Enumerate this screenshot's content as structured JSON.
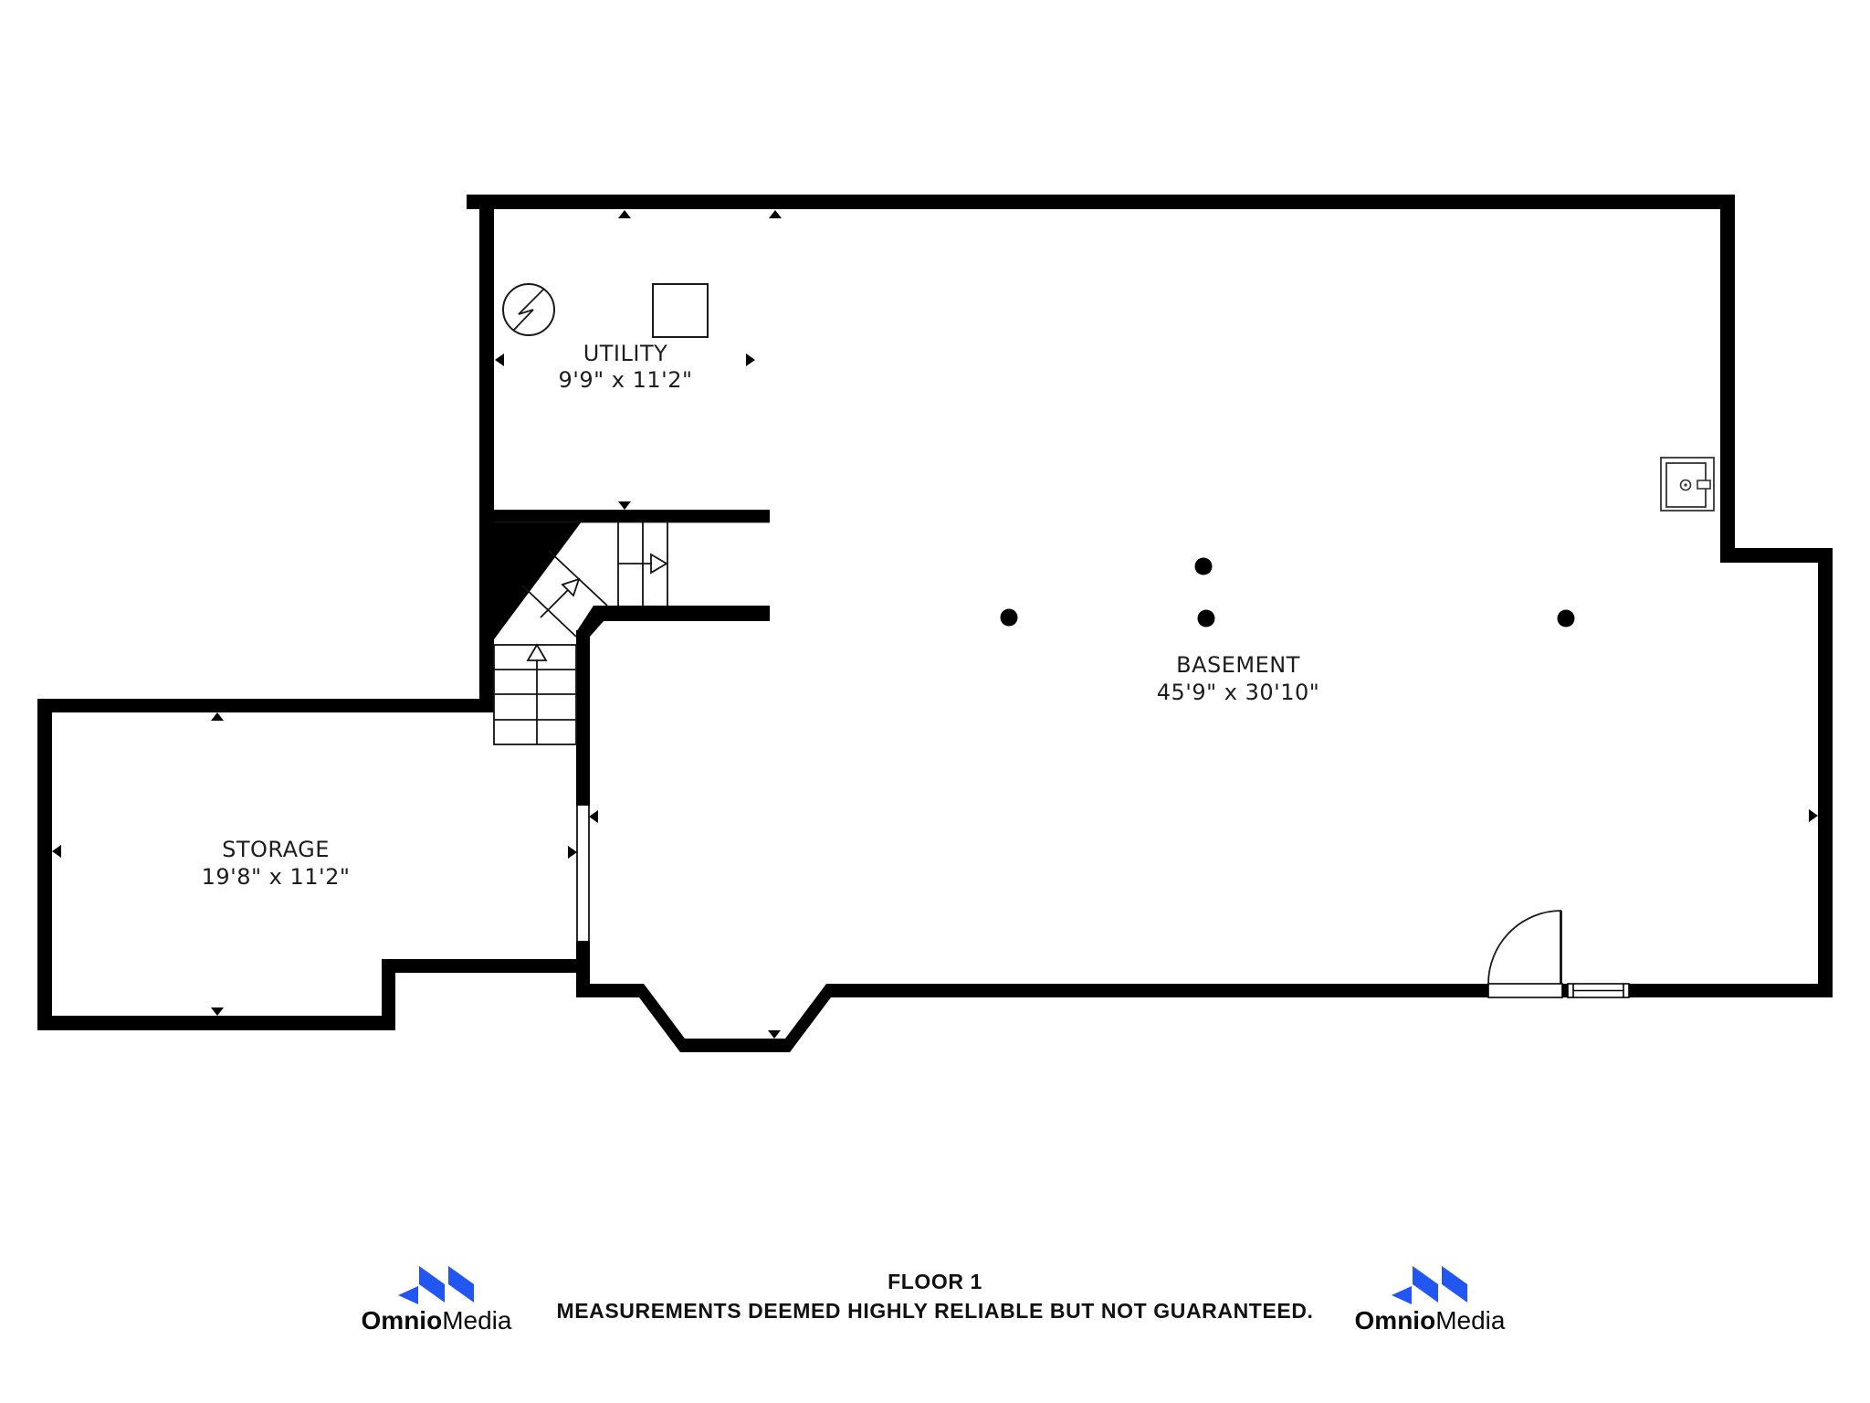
{
  "rooms": {
    "utility": {
      "name": "UTILITY",
      "dims": "9'9\" x 11'2\""
    },
    "basement": {
      "name": "BASEMENT",
      "dims": "45'9\" x 30'10\""
    },
    "storage": {
      "name": "STORAGE",
      "dims": "19'8\" x 11'2\""
    }
  },
  "footer": {
    "floor_label": "FLOOR 1",
    "disclaimer": "MEASUREMENTS DEEMED HIGHLY RELIABLE BUT NOT GUARANTEED."
  },
  "branding": {
    "word_bold": "Omnio",
    "word_light": "Media",
    "logo_color": "#2256F2"
  },
  "colors": {
    "wall": "#000000",
    "line": "#121212",
    "text": "#1d1d1d"
  }
}
